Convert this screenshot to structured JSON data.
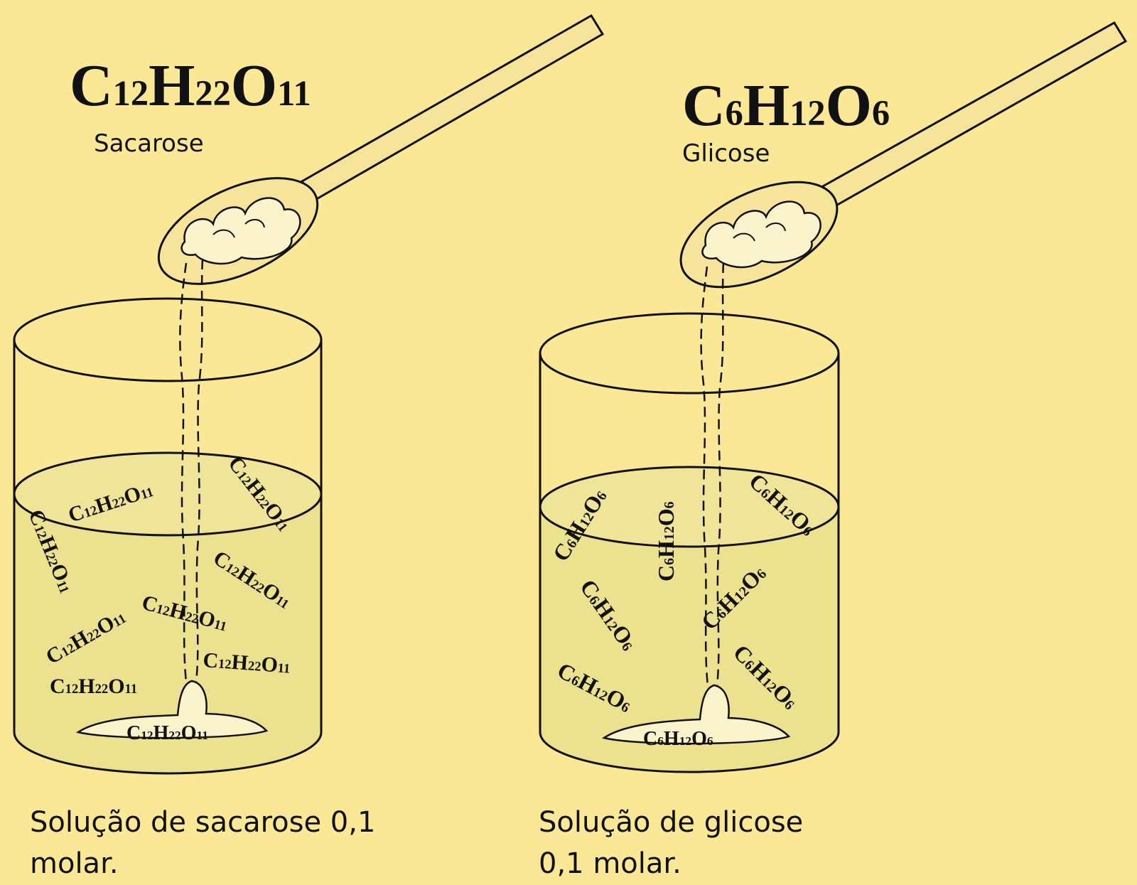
{
  "sucrose": {
    "formula": {
      "C": "C",
      "c_sub": "12",
      "H": "H",
      "h_sub": "22",
      "O": "O",
      "o_sub": "11"
    },
    "name": "Sacarose",
    "caption": "Solução de sacarose 0,1 molar.",
    "molecule_label": "C12H22O11"
  },
  "glucose": {
    "formula": {
      "C": "C",
      "c_sub": "6",
      "H": "H",
      "h_sub": "12",
      "O": "O",
      "o_sub": "6"
    },
    "name": "Glicose",
    "caption": "Solução de glicose 0,1 molar.",
    "molecule_label": "C6H12O6"
  },
  "colors": {
    "background": "#fbe896",
    "liquid": "#ece18f",
    "ink": "#111111",
    "spoon": "#f5e49a"
  }
}
